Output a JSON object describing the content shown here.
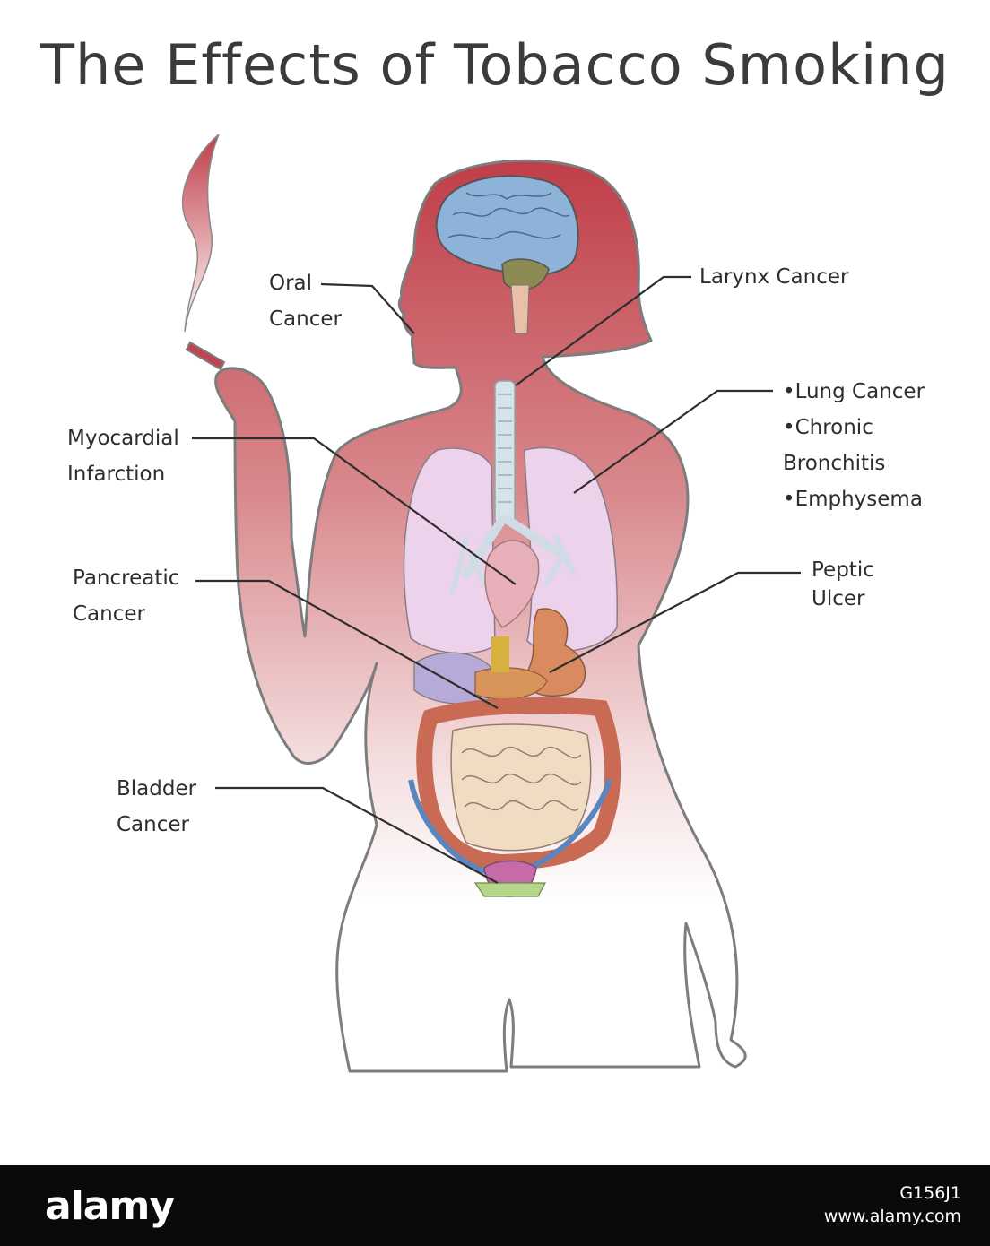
{
  "title": "The Effects of Tobacco Smoking",
  "labels": {
    "oral": [
      "Oral",
      "Cancer"
    ],
    "larynx": [
      "Larynx Cancer"
    ],
    "myocardial": [
      "Myocardial",
      "Infarction"
    ],
    "lung": [
      "•Lung Cancer",
      "•Chronic",
      "Bronchitis",
      "•Emphysema"
    ],
    "pancreatic": [
      "Pancreatic",
      "Cancer"
    ],
    "peptic": [
      "Peptic",
      "Ulcer"
    ],
    "bladder": [
      "Bladder",
      "Cancer"
    ]
  },
  "footer": {
    "logo": "alamy",
    "image_id": "G156J1",
    "site": "www.alamy.com"
  },
  "colors": {
    "body_top": "#c0444f",
    "body_bottom": "#ffffff",
    "outline": "#7d7d7d",
    "brain": "#8fb3d6",
    "lung": "#e9cde8",
    "intestine": "#efdcc3",
    "colon": "#c96a55"
  }
}
